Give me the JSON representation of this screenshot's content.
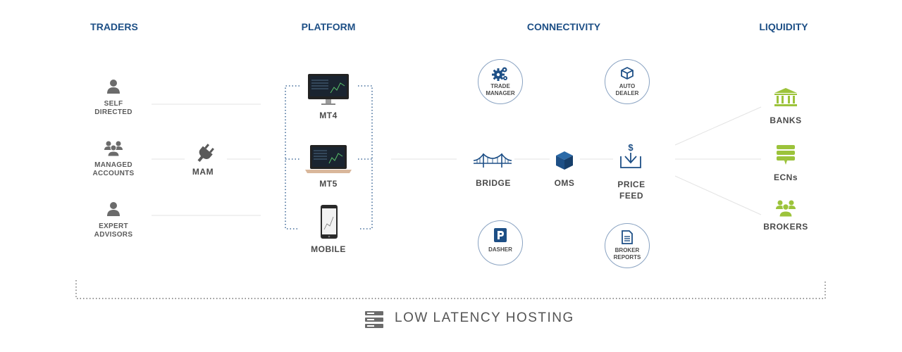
{
  "columns": {
    "traders": "TRADERS",
    "platform": "PLATFORM",
    "connectivity": "CONNECTIVITY",
    "liquidity": "LIQUIDITY"
  },
  "traders": {
    "self_directed": "SELF\nDIRECTED",
    "managed_accounts": "MANAGED\nACCOUNTS",
    "expert_advisors": "EXPERT\nADVISORS",
    "mam": "MAM"
  },
  "platform": {
    "mt4": "MT4",
    "mt5": "MT5",
    "mobile": "MOBILE"
  },
  "connectivity": {
    "trade_manager": "TRADE\nMANAGER",
    "auto_dealer": "AUTO\nDEALER",
    "bridge": "BRIDGE",
    "oms": "OMS",
    "price_feed": "PRICE\nFEED",
    "dasher": "DASHER",
    "broker_reports": "BROKER\nREPORTS"
  },
  "liquidity": {
    "banks": "BANKS",
    "ecns": "ECNs",
    "brokers": "BROKERS"
  },
  "footer": {
    "hosting": "LOW LATENCY HOSTING"
  },
  "colors": {
    "title": "#1d4f86",
    "icon_gray": "#6b6b6b",
    "icon_blue": "#1d4f86",
    "icon_green": "#9cc33b",
    "circle_border": "#8aa3c2"
  }
}
